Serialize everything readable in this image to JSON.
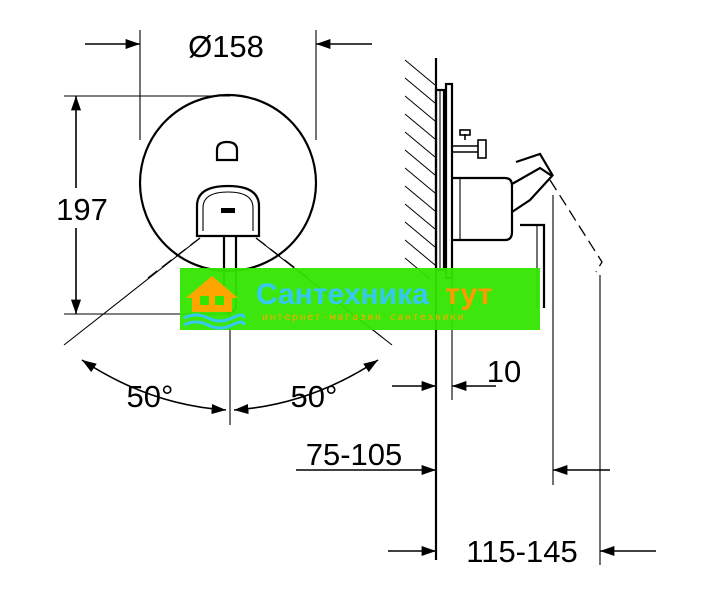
{
  "dimensions": {
    "diameter": "Ø158",
    "height": "197",
    "angle_left": "50°",
    "angle_right": "50°",
    "gap": "10",
    "depth_range_1": "75-105",
    "depth_range_2": "115-145"
  },
  "watermark": {
    "title_part1": "Сантехника",
    "title_part2": "тут",
    "subtitle": "интернет-магазин сантехники",
    "colors": {
      "background": "#33e600",
      "title1": "#35c8f0",
      "title2": "#ff9a00",
      "subtitle": "#ffa500"
    },
    "logo": "house-wave-logo"
  }
}
